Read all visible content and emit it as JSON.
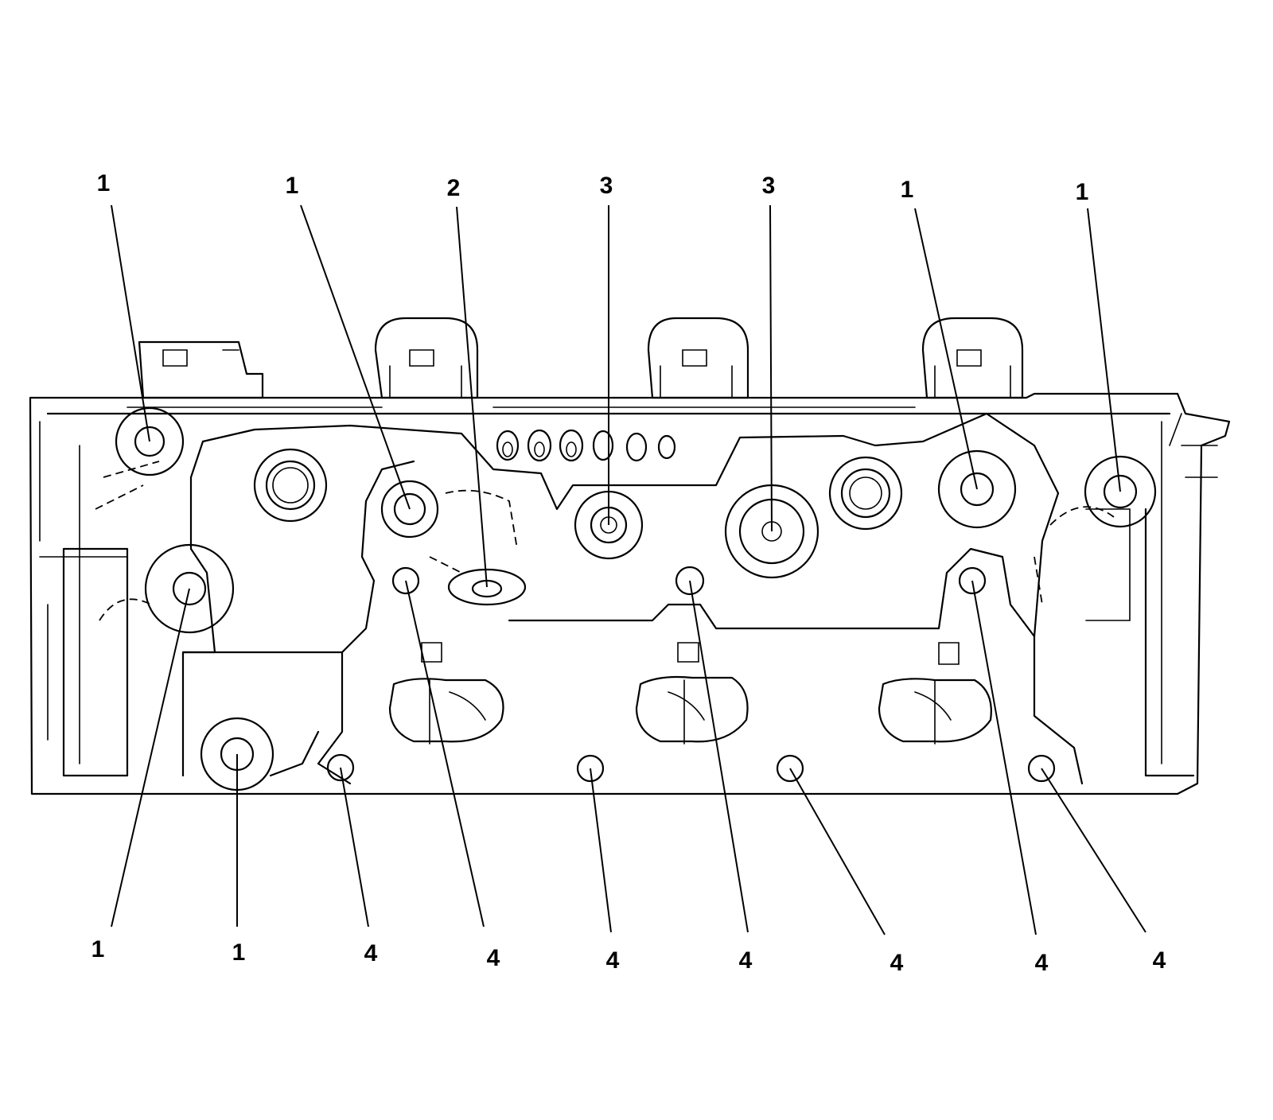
{
  "callouts": [
    {
      "text": "1"
    },
    {
      "text": "1"
    },
    {
      "text": "2"
    },
    {
      "text": "3"
    },
    {
      "text": "3"
    },
    {
      "text": "1"
    },
    {
      "text": "1"
    },
    {
      "text": "1"
    },
    {
      "text": "1"
    },
    {
      "text": "4"
    },
    {
      "text": "4"
    },
    {
      "text": "4"
    },
    {
      "text": "4"
    },
    {
      "text": "4"
    },
    {
      "text": "4"
    },
    {
      "text": "4"
    }
  ]
}
